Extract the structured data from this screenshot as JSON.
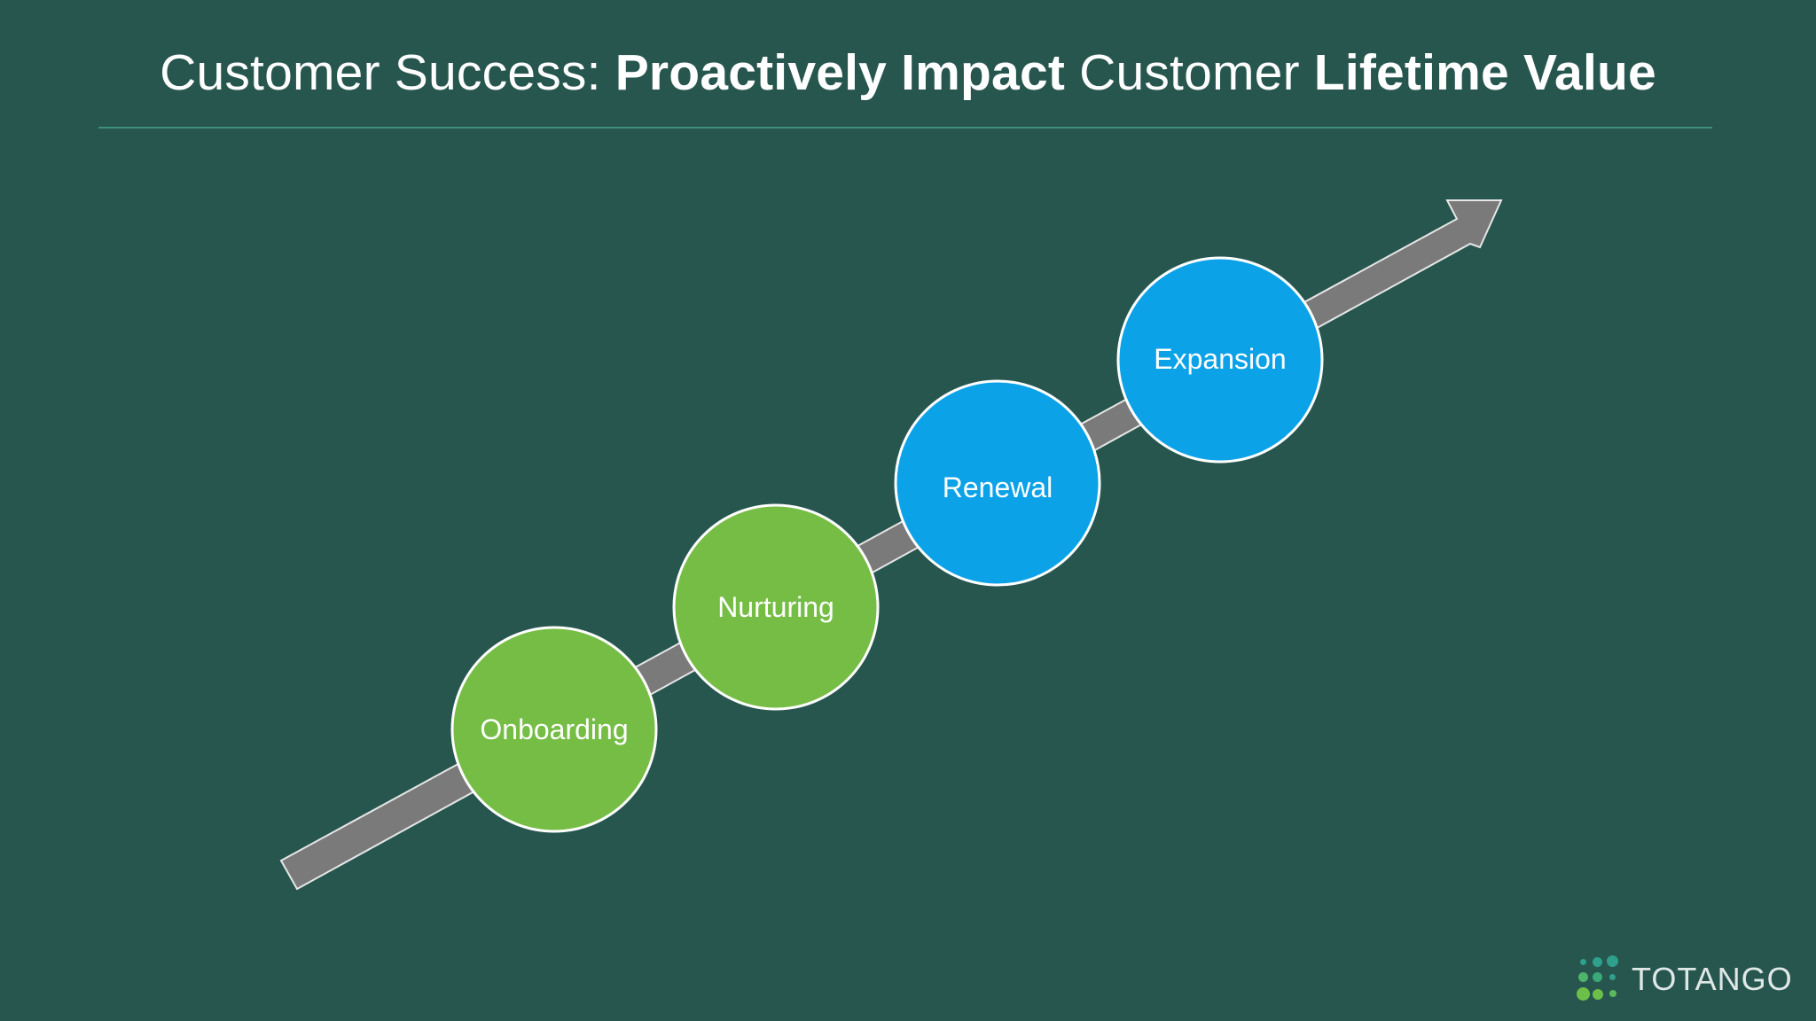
{
  "title": {
    "part1": "Customer Success: ",
    "part2": "Proactively Impact",
    "part3": " Customer ",
    "part4": "Lifetime Value"
  },
  "stages": [
    {
      "label": "Onboarding",
      "color": "#76bd45"
    },
    {
      "label": "Nurturing",
      "color": "#76bd45"
    },
    {
      "label": "Renewal",
      "color": "#0ca2e8"
    },
    {
      "label": "Expansion",
      "color": "#0ca2e8"
    }
  ],
  "colors": {
    "background": "#27564f",
    "arrow": "#7a7a7a",
    "circle_stroke": "#ffffff",
    "logo_green": "#6cc04a",
    "logo_teal": "#2fa08c"
  },
  "logo": {
    "text": "TOTANGO",
    "icon": "dot-grid-logo-icon"
  }
}
